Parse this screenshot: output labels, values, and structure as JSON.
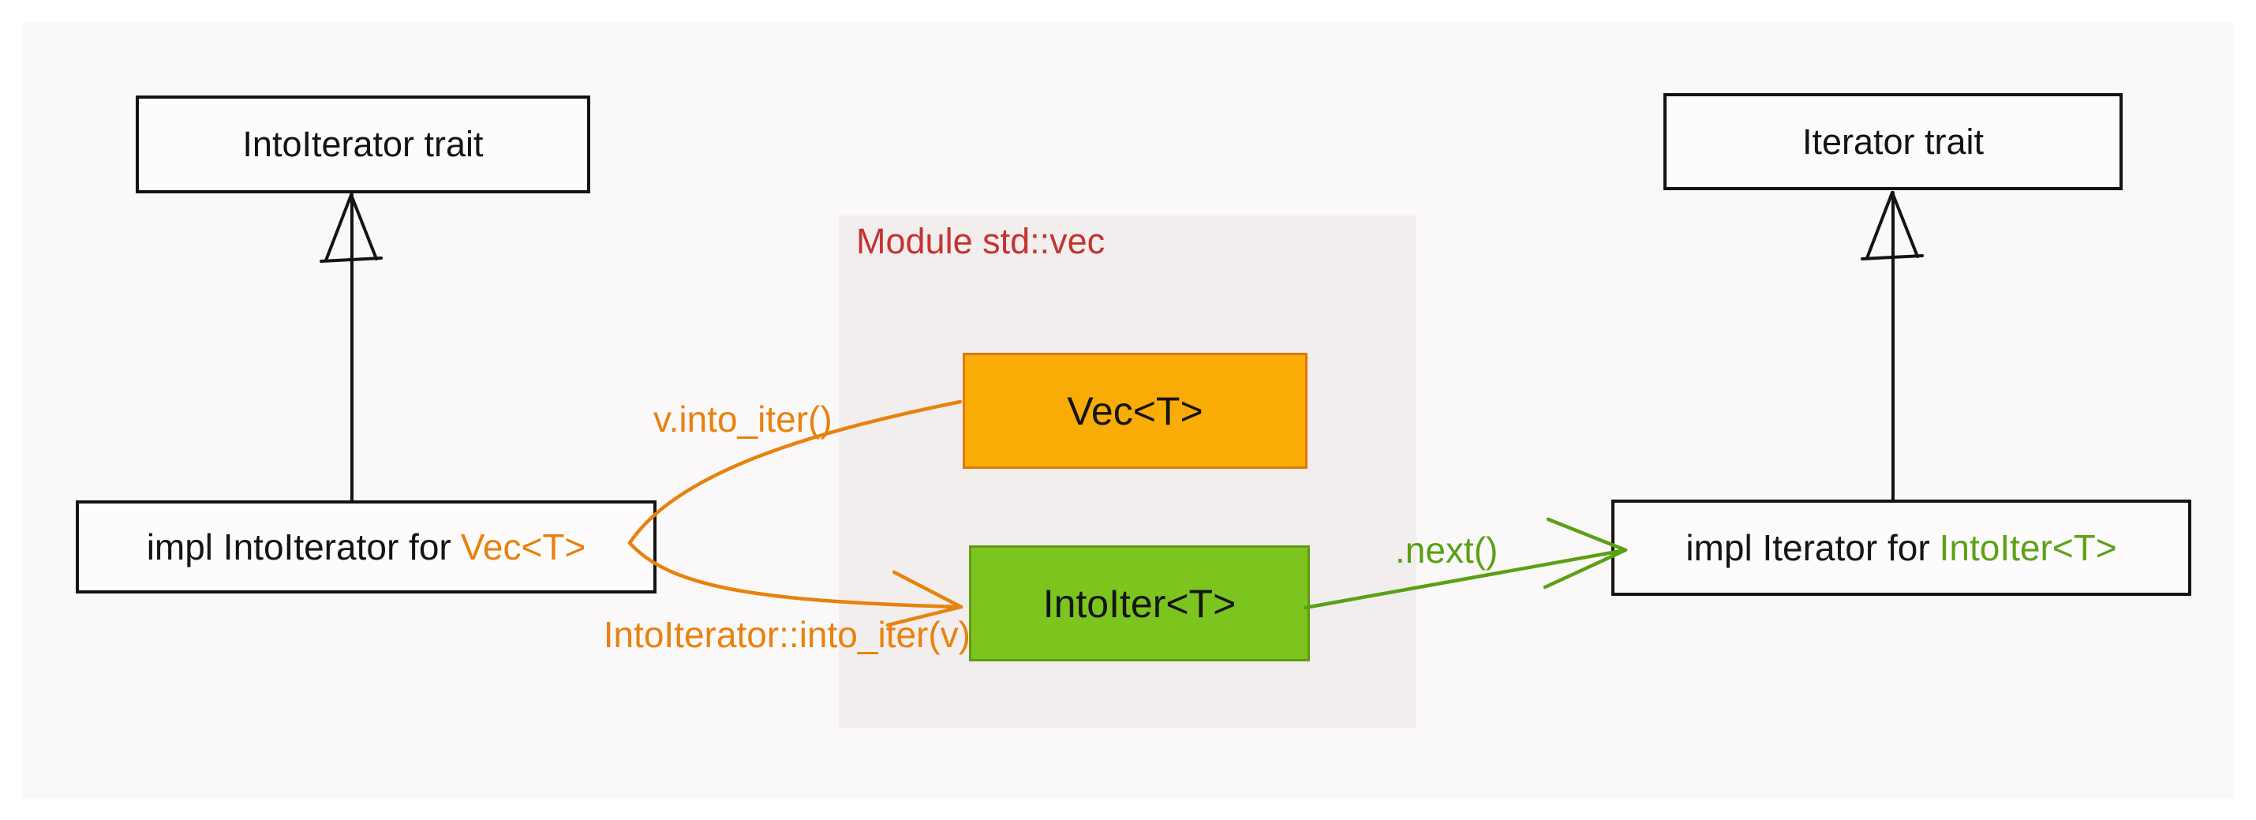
{
  "diagram": {
    "module": {
      "title": "Module std::vec",
      "title_color": "#c33431",
      "background": "#f1eeed"
    },
    "boxes": {
      "into_iterator_trait": {
        "label": "IntoIterator trait"
      },
      "iterator_trait": {
        "label": "Iterator trait"
      },
      "vec_struct": {
        "label": "Vec<T>",
        "fill": "#f9ac05",
        "border": "#e0780a"
      },
      "into_iter_struct": {
        "label": "IntoIter<T>",
        "fill": "#7cc41e",
        "border": "#609a12"
      },
      "impl_into_iterator": {
        "label_prefix": "impl IntoIterator for",
        "label_type": "Vec<T>",
        "type_color": "#e8820e"
      },
      "impl_iterator": {
        "label_prefix": "impl Iterator for",
        "label_type": "IntoIter<T>",
        "type_color": "#5da217"
      }
    },
    "edge_labels": {
      "v_into_iter": "v.into_iter()",
      "into_iterator_into_iter": "IntoIterator::into_iter(v)",
      "next": ".next()"
    },
    "colors": {
      "orange_accent": "#e8820e",
      "green_accent": "#59a112",
      "red_accent": "#c33431",
      "panel_background": "#fbf8f9",
      "line_black": "#141414"
    }
  }
}
